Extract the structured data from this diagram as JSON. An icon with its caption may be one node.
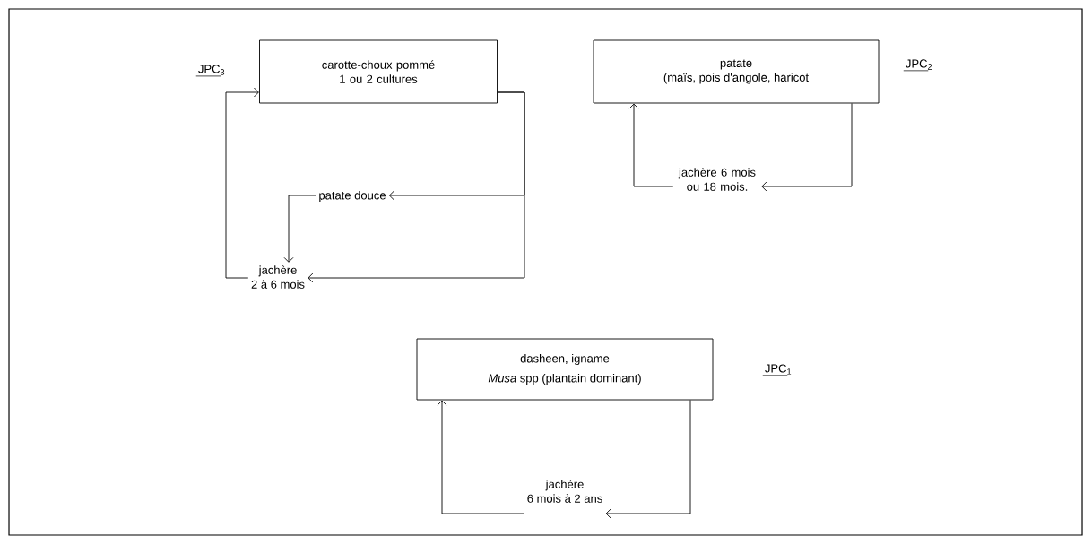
{
  "diagram": {
    "nodes": [
      {
        "text": [
          "carotte-choux pommé 1 ou 2 cultures"
        ]
      },
      {
        "text": [
          "patate douce"
        ]
      },
      {
        "text": [
          "jachère",
          "2 à 6 mois"
        ]
      },
      {
        "text": [
          "patate",
          "(maïs, pois d'angole, haricot"
        ]
      },
      {
        "text": [
          "jachère 6 mois ou 18 mois."
        ]
      },
      {
        "text": [
          "dasheen, igname",
          "*Musa* spp (plantain dominant)"
        ]
      },
      {
        "text": [
          "jachère",
          "6 mois à 2 ans"
        ]
      }
    ],
    "edges": [
      {
        "from": 0,
        "to": 1,
        "arrow": "to"
      },
      {
        "from": 0,
        "to": 2,
        "arrow": "to"
      },
      {
        "from": 1,
        "to": 2,
        "arrow": "to"
      },
      {
        "from": 2,
        "to": 0,
        "arrow": "to"
      },
      {
        "from": 4,
        "to": 3,
        "arrow": "to"
      },
      {
        "from": 3,
        "to": 4,
        "arrow": "to"
      },
      {
        "from": 6,
        "to": 5,
        "arrow": "to"
      },
      {
        "from": 5,
        "to": 6,
        "arrow": "to"
      }
    ],
    "labels": [
      "JPC$_{3}$",
      "JPC$_{2}$",
      "JPC$_{1}$"
    ]
  }
}
